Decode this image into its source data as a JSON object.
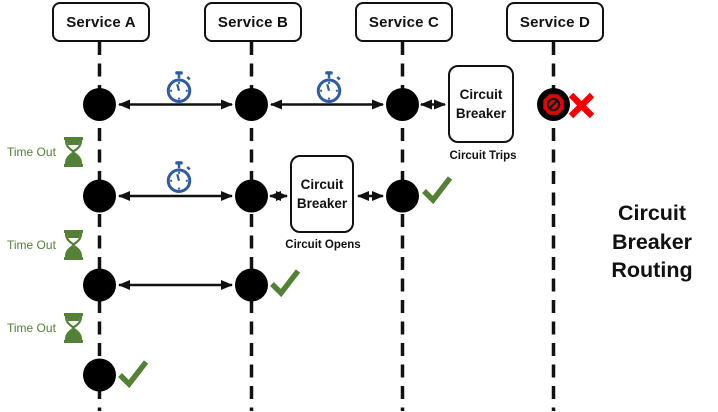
{
  "diagram_title": "Circuit Breaker Routing",
  "services": [
    {
      "label": "Service A"
    },
    {
      "label": "Service B"
    },
    {
      "label": "Service C"
    },
    {
      "label": "Service D"
    }
  ],
  "breakers": [
    {
      "line1": "Circuit",
      "line2": "Breaker",
      "caption": "Circuit Trips"
    },
    {
      "line1": "Circuit",
      "line2": "Breaker",
      "caption": "Circuit Opens"
    }
  ],
  "timeouts": [
    {
      "label": "Time Out"
    },
    {
      "label": "Time Out"
    },
    {
      "label": "Time Out"
    }
  ],
  "icons": {
    "timer": "stopwatch",
    "timeout": "hourglass",
    "success": "checkmark",
    "blocked": "no-entry",
    "failure": "red-x"
  },
  "colors": {
    "timer_blue": "#2d5ba6",
    "success_green": "#538135",
    "error_red": "#f40000",
    "node_black": "#000000",
    "line_black": "#111111"
  }
}
